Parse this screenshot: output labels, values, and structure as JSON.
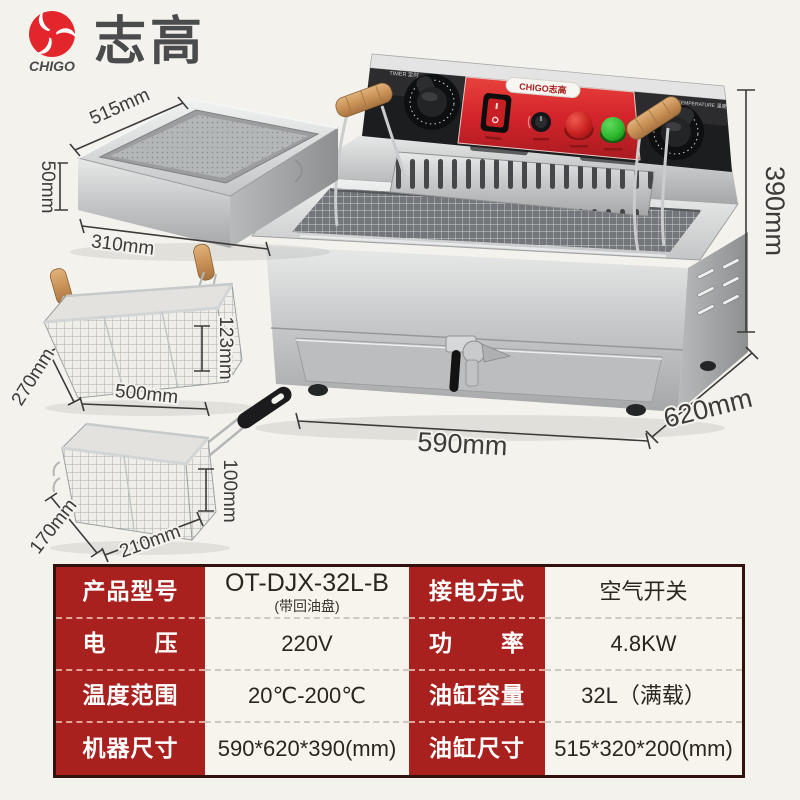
{
  "brand": {
    "name": "CHIGO",
    "name_cn": "志高"
  },
  "product": {
    "console": {
      "badge": "CHIGO志高",
      "timer_label": "TIMER 定时",
      "temperature_label": "TEMPERATURE 温度"
    }
  },
  "dimensions": {
    "tray_width": "515mm",
    "tray_height": "50mm",
    "tray_depth": "310mm",
    "machine_height": "390mm",
    "machine_width": "590mm",
    "machine_depth": "620mm",
    "basket_large_depth": "270mm",
    "basket_large_width": "500mm",
    "basket_large_height": "123mm",
    "basket_small_depth": "170mm",
    "basket_small_width": "210mm",
    "basket_small_height": "100mm"
  },
  "spec_table": {
    "rows": [
      {
        "c0": "产品型号",
        "c1": "OT-DJX-32L-B",
        "c1_note": "(带回油盘)",
        "c2": "接电方式",
        "c3": "空气开关"
      },
      {
        "c0": "电　　压",
        "c1": "220V",
        "c2": "功　　率",
        "c3": "4.8KW"
      },
      {
        "c0": "温度范围",
        "c1": "20℃-200℃",
        "c2": "油缸容量",
        "c3": "32L（满载）"
      },
      {
        "c0": "机器尺寸",
        "c1": "590*620*390(mm)",
        "c2": "油缸尺寸",
        "c3": "515*320*200(mm)"
      }
    ]
  },
  "colors": {
    "page_bg": "#f4f2ec",
    "table_label_red": "#a8211e",
    "table_value_bg": "#f7f4ee",
    "panel_red": "#d2232b",
    "button_red": "#c6201f",
    "button_green": "#2eb82e",
    "logo_red": "#e2262c",
    "steel_gray": "#c6c7c7",
    "dimension_text": "#3c3b39"
  }
}
